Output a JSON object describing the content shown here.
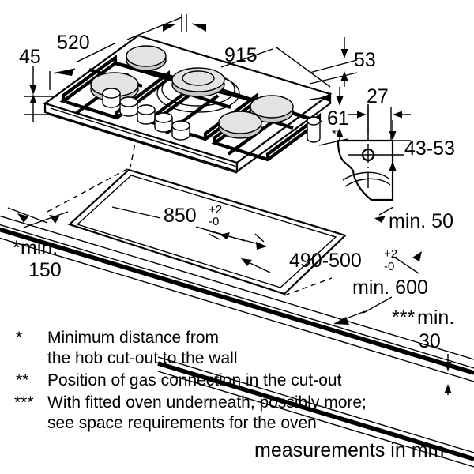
{
  "document": {
    "title": "Gas hob installation dimensions diagram",
    "units_note": "measurements in mm"
  },
  "dimensions": {
    "hob_depth_left": "45",
    "hob_inner_width": "520",
    "hob_total_width": "915",
    "hob_height_right": "53",
    "hob_underside_depth": "61",
    "gas_connection_offset": "27",
    "gas_connection_height": "43-53",
    "gas_connection_marker": "**",
    "cutout_width_value": "850",
    "cutout_width_tol_plus": "+2",
    "cutout_width_tol_minus": "-0",
    "cutout_depth_value": "490-500",
    "cutout_depth_tol_plus": "+2",
    "cutout_depth_tol_minus": "-0",
    "min_wall_distance_marker": "*",
    "min_wall_distance_label": "min.",
    "min_wall_distance_value": "150",
    "min_rear_label": "min. 50",
    "min_worktop_depth_label": "min. 600",
    "min_below_marker": "***",
    "min_below_label": "min.",
    "min_below_value": "30"
  },
  "legend": {
    "items": [
      {
        "marker": "*",
        "line1": "Minimum distance from",
        "line2": "the hob cut-out to the wall"
      },
      {
        "marker": "**",
        "line1": "Position of gas connection in the cut-out",
        "line2": ""
      },
      {
        "marker": "***",
        "line1": "With fitted oven underneath, possibly more;",
        "line2": "see space requirements for the oven"
      }
    ],
    "footer": "measurements in mm"
  },
  "colors": {
    "line": "#000000",
    "background": "#ffffff",
    "burner_cap": "#c9c9c9",
    "burner_ring": "#e3e3e3"
  },
  "icons": {
    "hob": "gas-hob-icon",
    "gas_connection": "gas-connection-icon",
    "worktop": "worktop-icon"
  }
}
